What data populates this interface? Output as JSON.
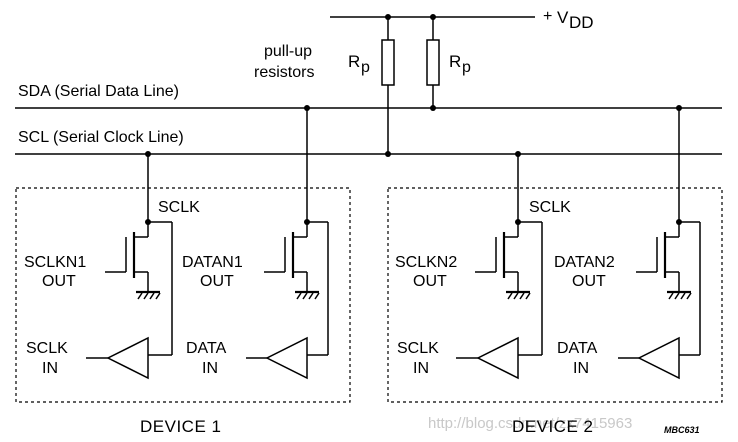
{
  "labels": {
    "vdd_plus": "+",
    "vdd_v": "V",
    "vdd_sub": "DD",
    "pullup_line1": "pull-up",
    "pullup_line2": "resistors",
    "rp_r": "R",
    "rp_sub": "p",
    "sda_line": "SDA (Serial Data Line)",
    "scl_line": "SCL (Serial Clock Line)",
    "figure_code": "MBC631",
    "watermark": "http://blog.csdn.net/zx7415963"
  },
  "devices": [
    {
      "name": "DEVICE 1",
      "sclk_tap": "SCLK",
      "clk_fet_1": "SCLKN1",
      "clk_fet_2": "OUT",
      "data_fet_1": "DATAN1",
      "data_fet_2": "OUT",
      "clk_in_1": "SCLK",
      "clk_in_2": "IN",
      "data_in_1": "DATA",
      "data_in_2": "IN"
    },
    {
      "name": "DEVICE 2",
      "sclk_tap": "SCLK",
      "clk_fet_1": "SCLKN2",
      "clk_fet_2": "OUT",
      "data_fet_1": "DATAN2",
      "data_fet_2": "OUT",
      "clk_in_1": "SCLK",
      "clk_in_2": "IN",
      "data_in_1": "DATA",
      "data_in_2": "IN"
    }
  ]
}
